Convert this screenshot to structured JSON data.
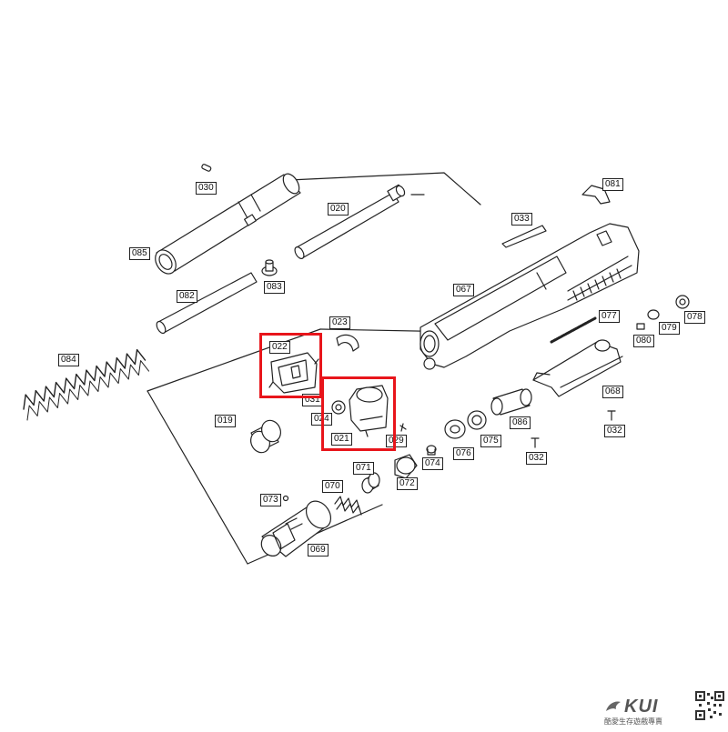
{
  "labels": {
    "p030": "030",
    "p085": "085",
    "p020": "020",
    "p083": "083",
    "p082": "082",
    "p084": "084",
    "p022": "022",
    "p023": "023",
    "p031": "031",
    "p024": "024",
    "p021": "021",
    "p029": "029",
    "p019": "019",
    "p071": "071",
    "p070": "070",
    "p073": "073",
    "p069": "069",
    "p072": "072",
    "p074": "074",
    "p076": "076",
    "p075": "075",
    "p086": "086",
    "p032a": "032",
    "p032b": "032",
    "p033": "033",
    "p067": "067",
    "p081": "081",
    "p077": "077",
    "p068": "068",
    "p080": "080",
    "p079": "079",
    "p078": "078"
  },
  "brand": {
    "name": "KUI",
    "tagline": "酷愛生存遊戲專賣"
  },
  "highlight_color": "#e8151b"
}
